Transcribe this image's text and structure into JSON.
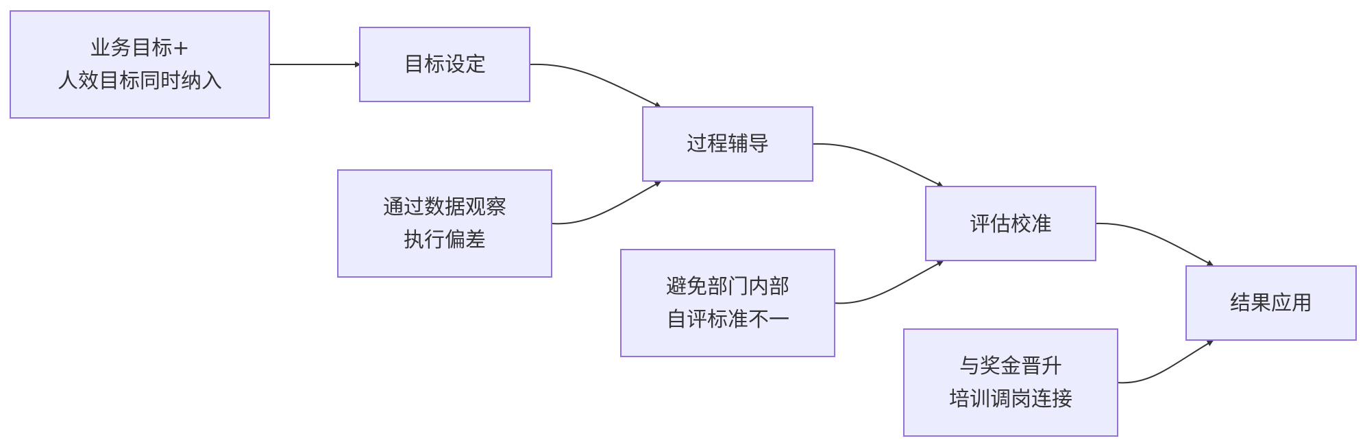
{
  "nodes": {
    "business_goal": {
      "line1": "业务目标+",
      "line2": "人效目标同时纳入"
    },
    "goal_setting": {
      "label": "目标设定"
    },
    "process_coaching": {
      "label": "过程辅导"
    },
    "data_observation": {
      "line1": "通过数据观察",
      "line2": "执行偏差"
    },
    "assessment_calibration": {
      "label": "评估校准"
    },
    "avoid_inconsistency": {
      "line1": "避免部门内部",
      "line2": "自评标准不一"
    },
    "result_application": {
      "label": "结果应用"
    },
    "link_rewards": {
      "line1": "与奖金晋升",
      "line2": "培训调岗连接"
    }
  },
  "colors": {
    "node_fill": "#ECECFF",
    "node_border": "#9370DB",
    "edge": "#333333",
    "text": "#333333"
  }
}
